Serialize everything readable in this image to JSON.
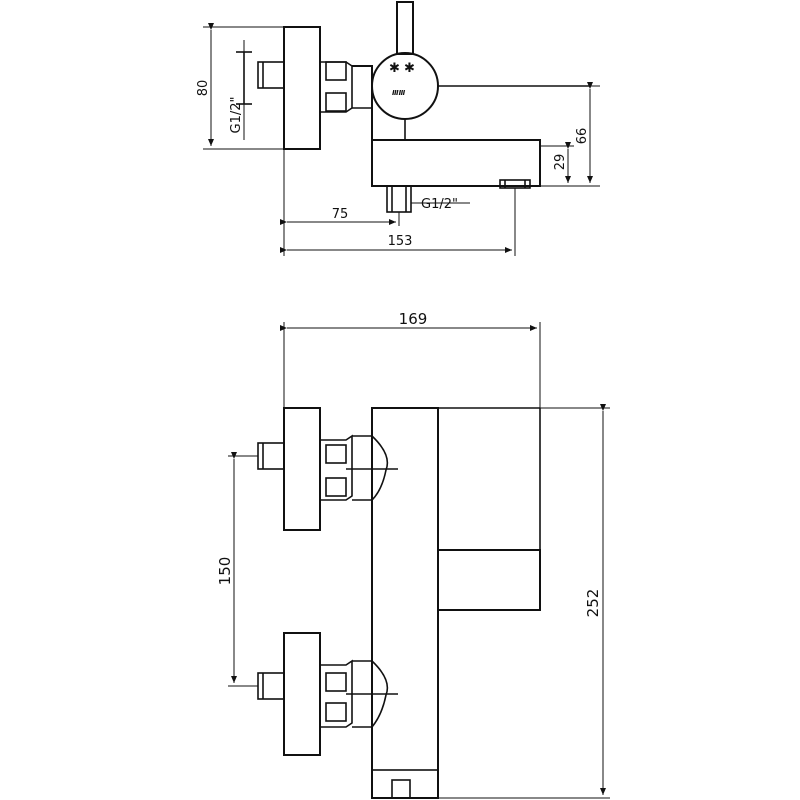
{
  "side_view": {
    "dim_height": "80",
    "dim_thread_left": "G1/2\"",
    "dim_total_height": "66",
    "dim_spout_height": "29",
    "dim_inlet_offset": "75",
    "dim_thread_bottom": "G1/2\"",
    "dim_depth": "153",
    "logo_text": "ⅢⅢ"
  },
  "front_view": {
    "dim_width": "169",
    "dim_centers": "150",
    "dim_total_height": "252"
  }
}
